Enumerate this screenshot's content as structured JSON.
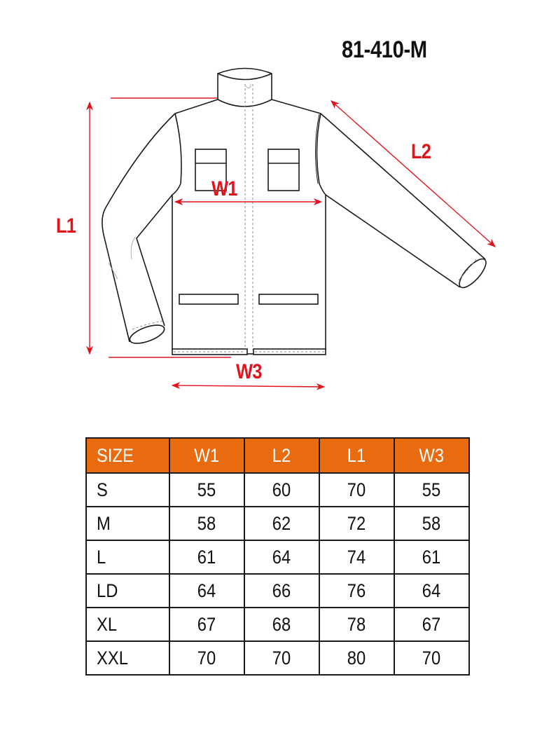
{
  "product": {
    "code": "81-410-M"
  },
  "diagram": {
    "garment": "jacket-technical-drawing",
    "measurements": [
      {
        "id": "L1",
        "label": "L1",
        "description": "body length"
      },
      {
        "id": "L2",
        "label": "L2",
        "description": "sleeve length"
      },
      {
        "id": "W1",
        "label": "W1",
        "description": "chest width"
      },
      {
        "id": "W3",
        "label": "W3",
        "description": "hem width"
      }
    ],
    "accent_color": "#e1141e"
  },
  "size_table": {
    "header_color": "#e86b10",
    "columns": [
      "SIZE",
      "W1",
      "L2",
      "L1",
      "W3"
    ],
    "rows": [
      [
        "S",
        "55",
        "60",
        "70",
        "55"
      ],
      [
        "M",
        "58",
        "62",
        "72",
        "58"
      ],
      [
        "L",
        "61",
        "64",
        "74",
        "61"
      ],
      [
        "LD",
        "64",
        "66",
        "76",
        "64"
      ],
      [
        "XL",
        "67",
        "68",
        "78",
        "67"
      ],
      [
        "XXL",
        "70",
        "70",
        "80",
        "70"
      ]
    ]
  }
}
